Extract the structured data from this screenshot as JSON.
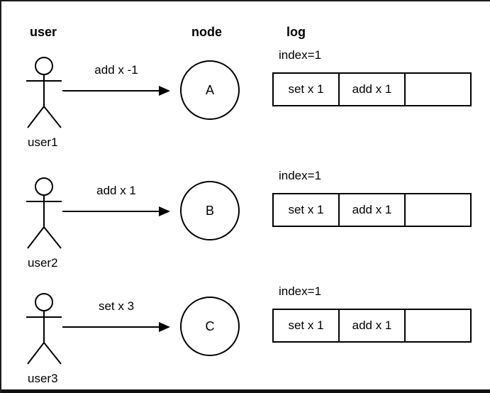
{
  "headers": {
    "user": "user",
    "node": "node",
    "log": "log"
  },
  "rows": [
    {
      "user_label": "user1",
      "message": "add x -1",
      "node_label": "A",
      "log": {
        "index_label": "index=1",
        "cells": [
          "set x 1",
          "add x 1",
          ""
        ]
      }
    },
    {
      "user_label": "user2",
      "message": "add x 1",
      "node_label": "B",
      "log": {
        "index_label": "index=1",
        "cells": [
          "set x 1",
          "add x 1",
          ""
        ]
      }
    },
    {
      "user_label": "user3",
      "message": "set x 3",
      "node_label": "C",
      "log": {
        "index_label": "index=1",
        "cells": [
          "set x 1",
          "add x 1",
          ""
        ]
      }
    }
  ],
  "colors": {
    "stroke": "#000000",
    "background": "#ffffff",
    "frame": "#1c1c1c"
  }
}
